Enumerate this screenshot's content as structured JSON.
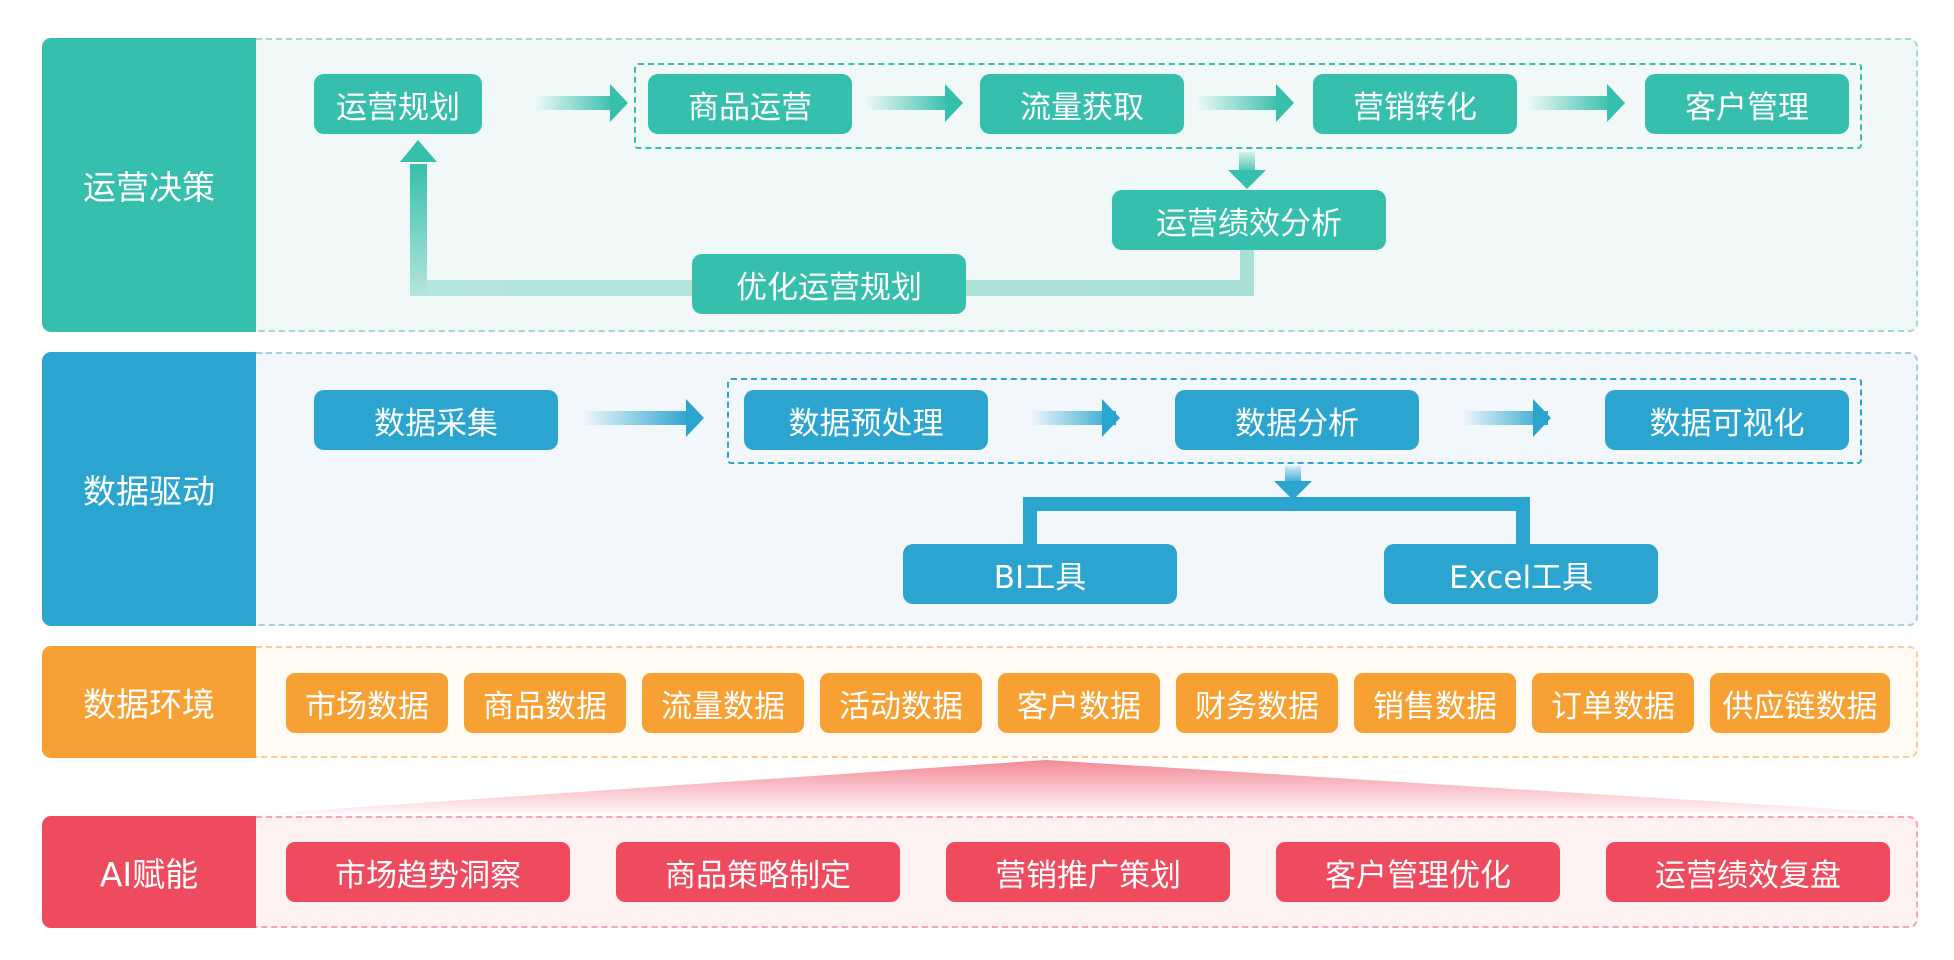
{
  "colors": {
    "green": "#36bfac",
    "blue": "#2ba5d0",
    "orange": "#f7a033",
    "red": "#ee4b5e"
  },
  "decision": {
    "label": "运营决策",
    "planning": "运营规划",
    "flow": [
      "商品运营",
      "流量获取",
      "营销转化",
      "客户管理"
    ],
    "analysis": "运营绩效分析",
    "optimize": "优化运营规划"
  },
  "driven": {
    "label": "数据驱动",
    "collect": "数据采集",
    "flow": [
      "数据预处理",
      "数据分析",
      "数据可视化"
    ],
    "tools": [
      "BI工具",
      "Excel工具"
    ]
  },
  "environment": {
    "label": "数据环境",
    "items": [
      "市场数据",
      "商品数据",
      "流量数据",
      "活动数据",
      "客户数据",
      "财务数据",
      "销售数据",
      "订单数据",
      "供应链数据"
    ]
  },
  "ai": {
    "label": "AI赋能",
    "items": [
      "市场趋势洞察",
      "商品策略制定",
      "营销推广策划",
      "客户管理优化",
      "运营绩效复盘"
    ]
  }
}
